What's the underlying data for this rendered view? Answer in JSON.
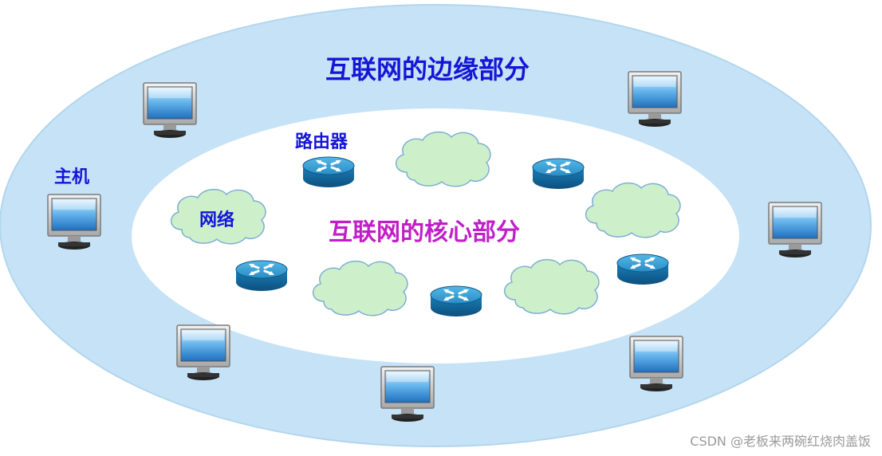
{
  "edge_title": "互联网的边缘部分",
  "core_title": "互联网的核心部分",
  "host_label": "主机",
  "router_label": "路由器",
  "network_label": "网络",
  "watermark": "CSDN @老板来两碗红烧肉盖饭",
  "colors": {
    "outer_ring": "#c5e2f6",
    "outer_ring_stroke": "#b3d6ee",
    "core_fill": "#ffffff",
    "edge_title": "#1515d8",
    "core_title": "#c21ec8",
    "labels": "#1515d8",
    "cloud_fill": "#cdf0cb",
    "cloud_stroke": "#8bb7d8",
    "router": "#1f8fc2",
    "monitor_screen": "#2a8ed6"
  },
  "icons": {
    "host": "desktop-monitor-icon",
    "router": "router-icon",
    "network": "cloud-icon"
  }
}
